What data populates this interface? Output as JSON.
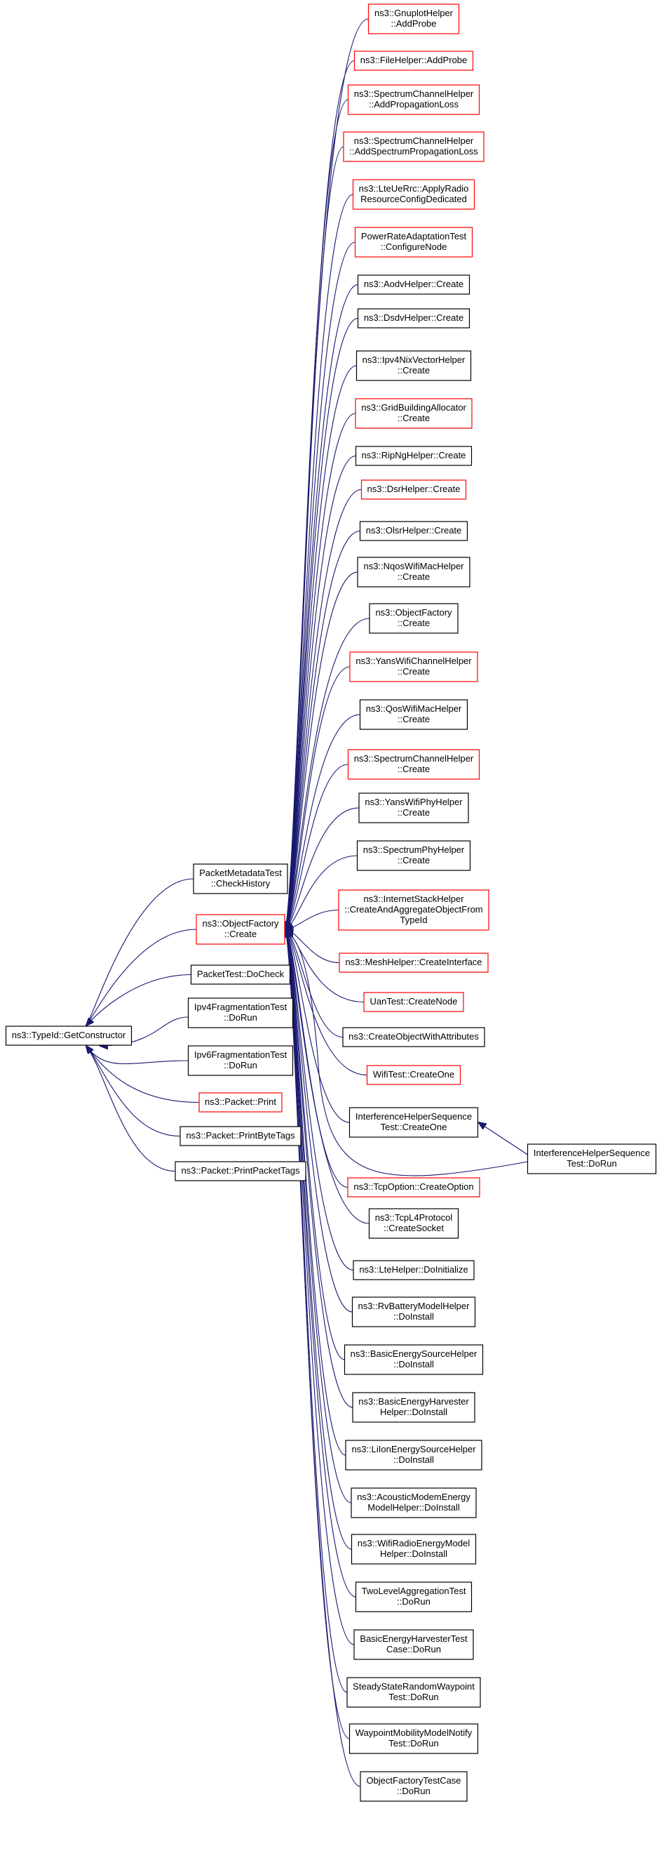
{
  "colors": {
    "edge": "#191970",
    "node_border": "#000000",
    "node_border_truncated": "#ff0000",
    "root_fill": "#bfbfbf",
    "background": "#ffffff"
  },
  "root": {
    "id": "root",
    "lines": [
      "ns3::TypeId::GetConstructor"
    ]
  },
  "level1": [
    {
      "id": "n_pmd",
      "lines": [
        "PacketMetadataTest",
        "::CheckHistory"
      ],
      "red": false
    },
    {
      "id": "n_of",
      "lines": [
        "ns3::ObjectFactory",
        "::Create"
      ],
      "red": true
    },
    {
      "id": "n_pdc",
      "lines": [
        "PacketTest::DoCheck"
      ],
      "red": false
    },
    {
      "id": "n_ipv4f",
      "lines": [
        "Ipv4FragmentationTest",
        "::DoRun"
      ],
      "red": false
    },
    {
      "id": "n_ipv6f",
      "lines": [
        "Ipv6FragmentationTest",
        "::DoRun"
      ],
      "red": false
    },
    {
      "id": "n_pp",
      "lines": [
        "ns3::Packet::Print"
      ],
      "red": true
    },
    {
      "id": "n_ppbt",
      "lines": [
        "ns3::Packet::PrintByteTags"
      ],
      "red": false
    },
    {
      "id": "n_pppt",
      "lines": [
        "ns3::Packet::PrintPacketTags"
      ],
      "red": false
    }
  ],
  "level2": [
    {
      "id": "c0",
      "lines": [
        "ns3::GnuplotHelper",
        "::AddProbe"
      ],
      "red": true
    },
    {
      "id": "c1",
      "lines": [
        "ns3::FileHelper::AddProbe"
      ],
      "red": true
    },
    {
      "id": "c2",
      "lines": [
        "ns3::SpectrumChannelHelper",
        "::AddPropagationLoss"
      ],
      "red": true
    },
    {
      "id": "c3",
      "lines": [
        "ns3::SpectrumChannelHelper",
        "::AddSpectrumPropagationLoss"
      ],
      "red": true
    },
    {
      "id": "c4",
      "lines": [
        "ns3::LteUeRrc::ApplyRadio",
        "ResourceConfigDedicated"
      ],
      "red": true
    },
    {
      "id": "c5",
      "lines": [
        "PowerRateAdaptationTest",
        "::ConfigureNode"
      ],
      "red": true
    },
    {
      "id": "c6",
      "lines": [
        "ns3::AodvHelper::Create"
      ],
      "red": false
    },
    {
      "id": "c7",
      "lines": [
        "ns3::DsdvHelper::Create"
      ],
      "red": false
    },
    {
      "id": "c8",
      "lines": [
        "ns3::Ipv4NixVectorHelper",
        "::Create"
      ],
      "red": false
    },
    {
      "id": "c9",
      "lines": [
        "ns3::GridBuildingAllocator",
        "::Create"
      ],
      "red": true
    },
    {
      "id": "c10",
      "lines": [
        "ns3::RipNgHelper::Create"
      ],
      "red": false
    },
    {
      "id": "c11",
      "lines": [
        "ns3::DsrHelper::Create"
      ],
      "red": true
    },
    {
      "id": "c12",
      "lines": [
        "ns3::OlsrHelper::Create"
      ],
      "red": false
    },
    {
      "id": "c13",
      "lines": [
        "ns3::NqosWifiMacHelper",
        "::Create"
      ],
      "red": false
    },
    {
      "id": "c14",
      "lines": [
        "ns3::ObjectFactory",
        "::Create"
      ],
      "red": false
    },
    {
      "id": "c15",
      "lines": [
        "ns3::YansWifiChannelHelper",
        "::Create"
      ],
      "red": true
    },
    {
      "id": "c16",
      "lines": [
        "ns3::QosWifiMacHelper",
        "::Create"
      ],
      "red": false
    },
    {
      "id": "c17",
      "lines": [
        "ns3::SpectrumChannelHelper",
        "::Create"
      ],
      "red": true
    },
    {
      "id": "c18",
      "lines": [
        "ns3::YansWifiPhyHelper",
        "::Create"
      ],
      "red": false
    },
    {
      "id": "c19",
      "lines": [
        "ns3::SpectrumPhyHelper",
        "::Create"
      ],
      "red": false
    },
    {
      "id": "c20",
      "lines": [
        "ns3::InternetStackHelper",
        "::CreateAndAggregateObjectFrom",
        "TypeId"
      ],
      "red": true
    },
    {
      "id": "c21",
      "lines": [
        "ns3::MeshHelper::CreateInterface"
      ],
      "red": true
    },
    {
      "id": "c22",
      "lines": [
        "UanTest::CreateNode"
      ],
      "red": true
    },
    {
      "id": "c23",
      "lines": [
        "ns3::CreateObjectWithAttributes"
      ],
      "red": false
    },
    {
      "id": "c24",
      "lines": [
        "WifiTest::CreateOne"
      ],
      "red": true
    },
    {
      "id": "c25",
      "lines": [
        "InterferenceHelperSequence",
        "Test::CreateOne"
      ],
      "red": false
    },
    {
      "id": "c26",
      "lines": [
        "ns3::TcpOption::CreateOption"
      ],
      "red": true
    },
    {
      "id": "c27",
      "lines": [
        "ns3::TcpL4Protocol",
        "::CreateSocket"
      ],
      "red": false
    },
    {
      "id": "c28",
      "lines": [
        "ns3::LteHelper::DoInitialize"
      ],
      "red": false
    },
    {
      "id": "c29",
      "lines": [
        "ns3::RvBatteryModelHelper",
        "::DoInstall"
      ],
      "red": false
    },
    {
      "id": "c30",
      "lines": [
        "ns3::BasicEnergySourceHelper",
        "::DoInstall"
      ],
      "red": false
    },
    {
      "id": "c31",
      "lines": [
        "ns3::BasicEnergyHarvester",
        "Helper::DoInstall"
      ],
      "red": false
    },
    {
      "id": "c32",
      "lines": [
        "ns3::LiIonEnergySourceHelper",
        "::DoInstall"
      ],
      "red": false
    },
    {
      "id": "c33",
      "lines": [
        "ns3::AcousticModemEnergy",
        "ModelHelper::DoInstall"
      ],
      "red": false
    },
    {
      "id": "c34",
      "lines": [
        "ns3::WifiRadioEnergyModel",
        "Helper::DoInstall"
      ],
      "red": false
    },
    {
      "id": "c35",
      "lines": [
        "TwoLevelAggregationTest",
        "::DoRun"
      ],
      "red": false
    },
    {
      "id": "c36",
      "lines": [
        "BasicEnergyHarvesterTest",
        "Case::DoRun"
      ],
      "red": false
    },
    {
      "id": "c37",
      "lines": [
        "SteadyStateRandomWaypoint",
        "Test::DoRun"
      ],
      "red": false
    },
    {
      "id": "c38",
      "lines": [
        "WaypointMobilityModelNotify",
        "Test::DoRun"
      ],
      "red": false
    },
    {
      "id": "c39",
      "lines": [
        "ObjectFactoryTestCase",
        "::DoRun"
      ],
      "red": false
    }
  ],
  "level3": [
    {
      "id": "d0",
      "lines": [
        "InterferenceHelperSequence",
        "Test::DoRun"
      ],
      "red": false
    }
  ]
}
